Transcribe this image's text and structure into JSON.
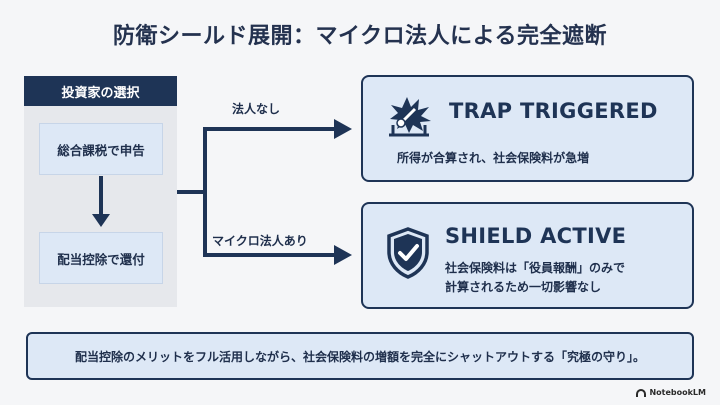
{
  "title": "防衛シールド展開：マイクロ法人による完全遮断",
  "left_panel": {
    "header": "投資家の選択",
    "step1": "総合課税で申告",
    "step2": "配当控除で還付"
  },
  "branches": {
    "top_label": "法人なし",
    "bottom_label": "マイクロ法人あり"
  },
  "cards": {
    "trap": {
      "icon": "trap-explosion-icon",
      "title": "TRAP TRIGGERED",
      "desc": "所得が合算され、社会保険料が急増"
    },
    "shield": {
      "icon": "shield-check-icon",
      "title": "SHIELD ACTIVE",
      "desc_line1": "社会保険料は「役員報酬」のみで",
      "desc_line2": "計算されるため一切影響なし"
    }
  },
  "banner": "配当控除のメリットをフル活用しながら、社会保険料の増額を完全にシャットアウトする「究極の守り」。",
  "brand": "NotebookLM",
  "colors": {
    "navy": "#1e3456",
    "light_blue": "#dde8f6",
    "panel_gray": "#e6e8ec"
  }
}
